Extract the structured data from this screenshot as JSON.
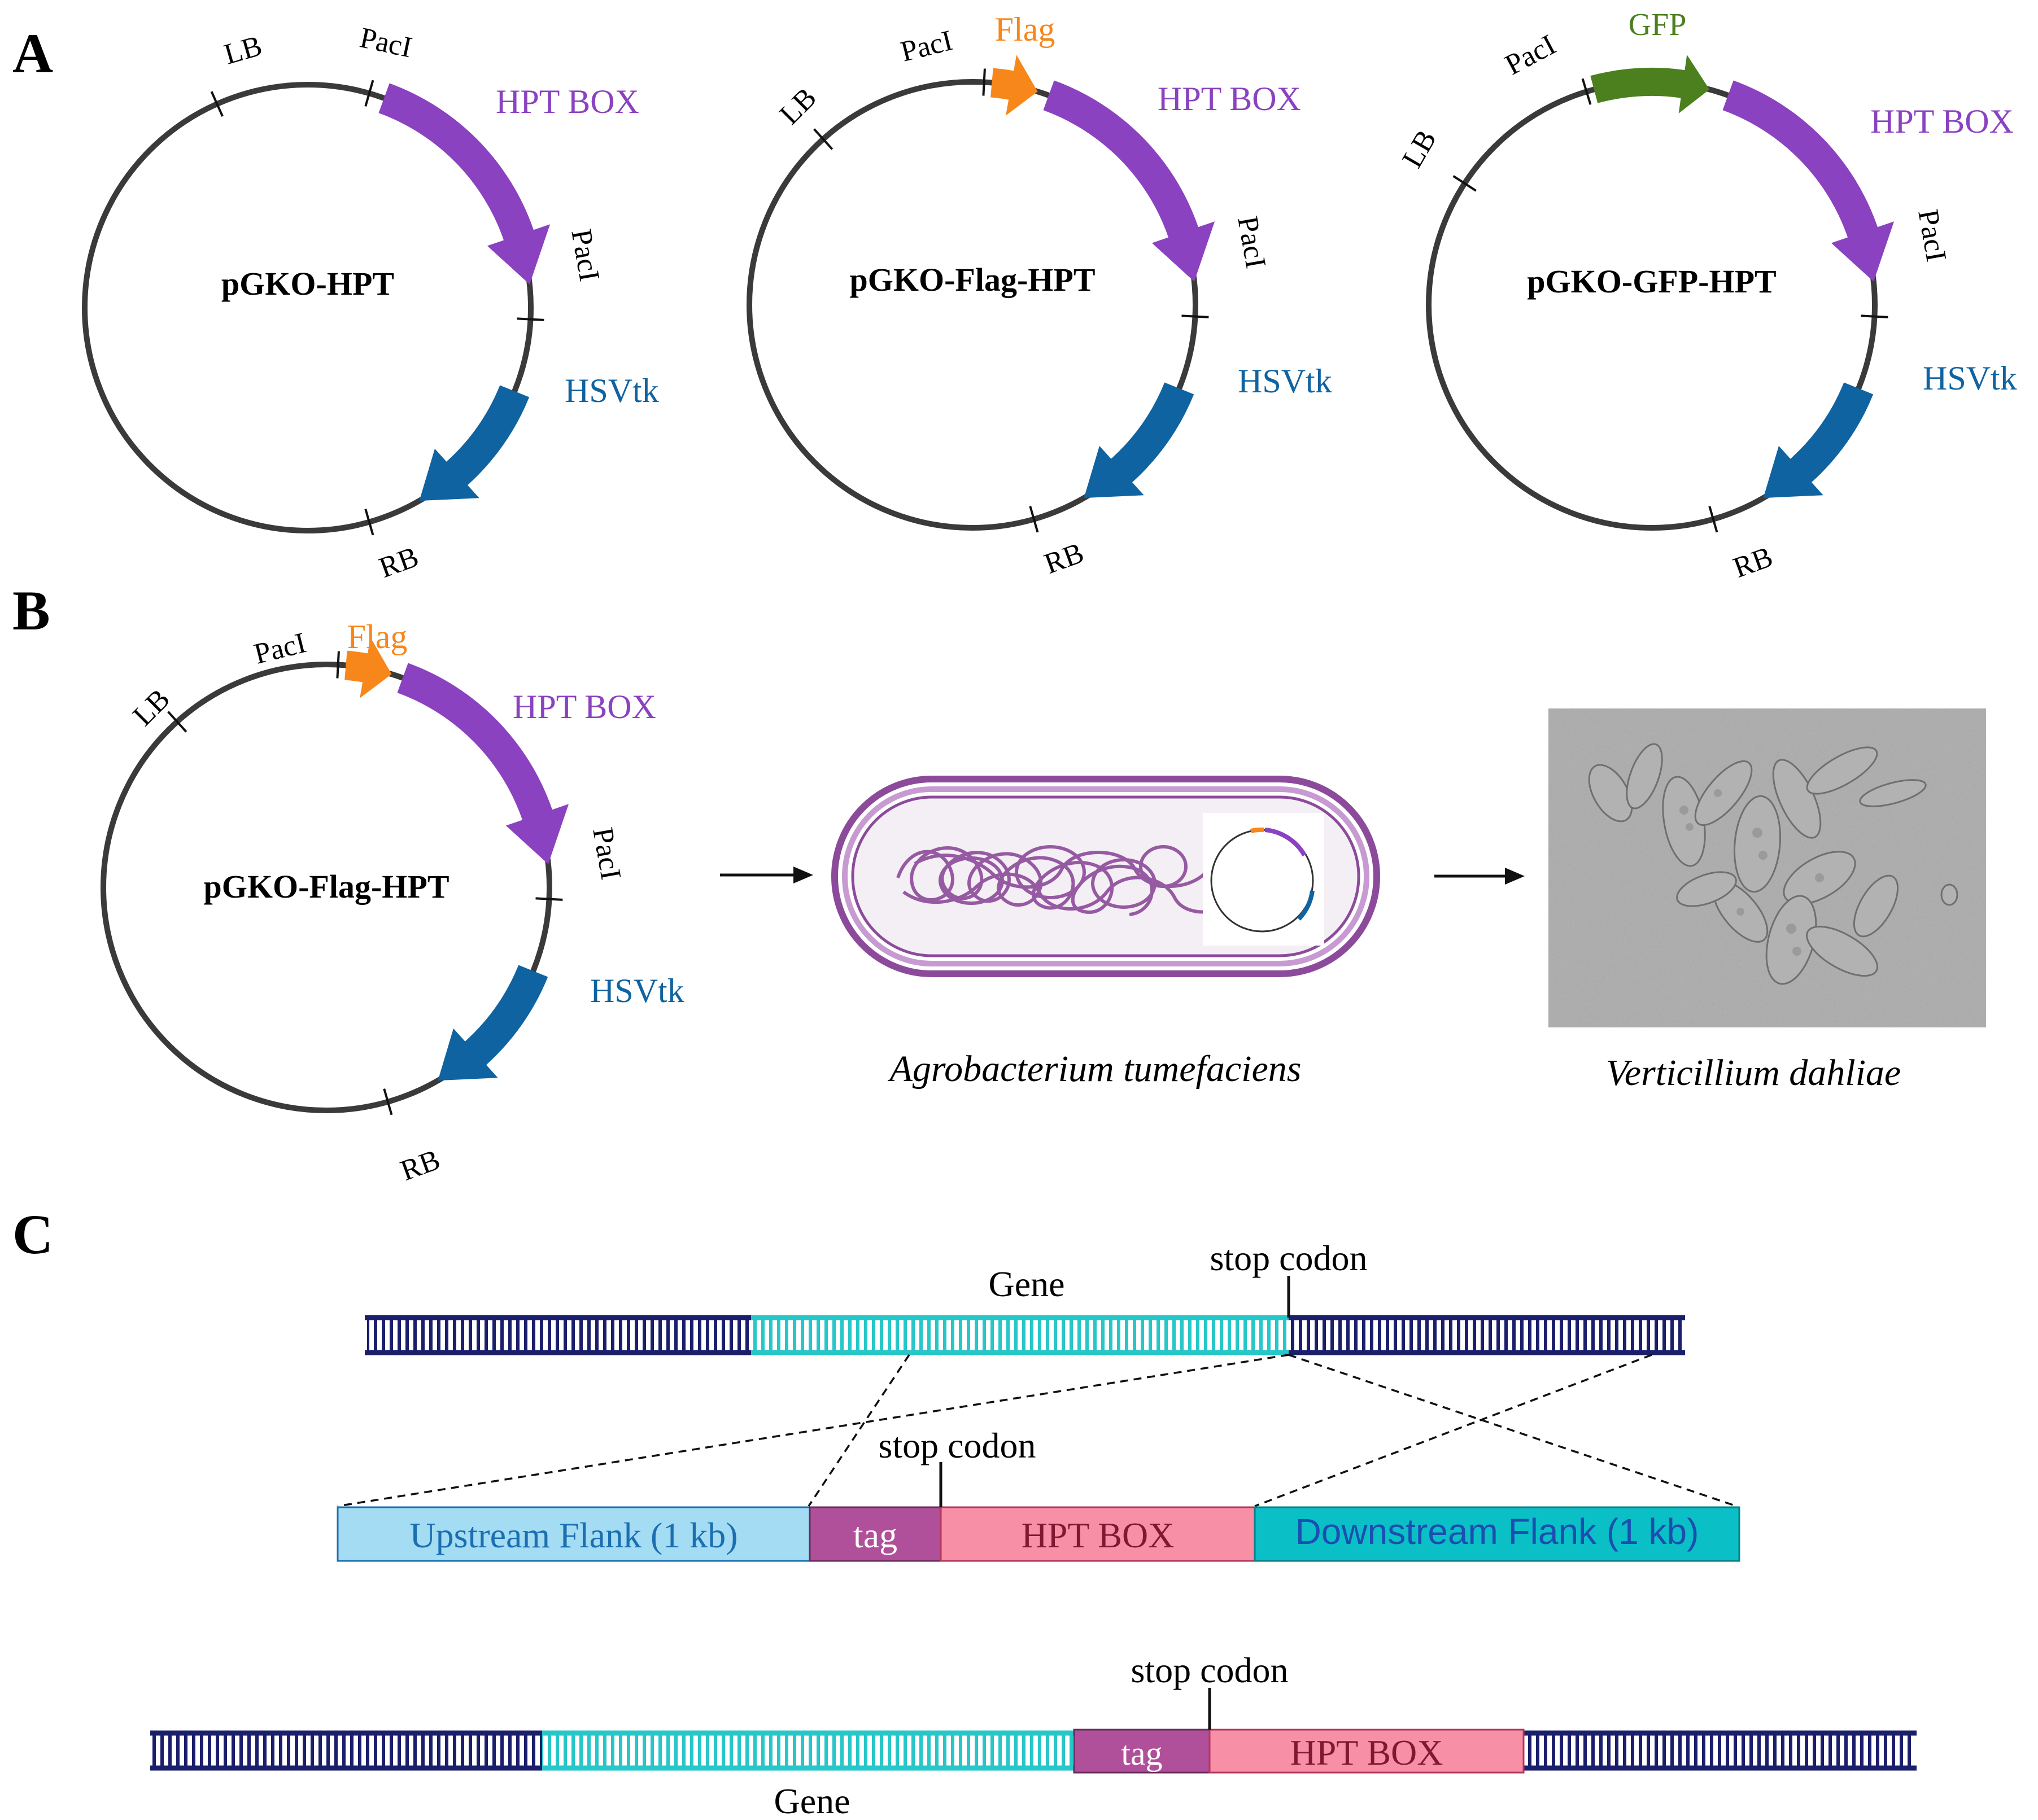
{
  "panels": {
    "A": {
      "label": "A",
      "plasmids": [
        {
          "name": "pGKO-HPT",
          "features": {
            "hpt": "HPT BOX",
            "hsvtk": "HSVtk"
          },
          "sites": {
            "lb": "LB",
            "paci_1": "PacI",
            "paci_2": "PacI",
            "rb": "RB"
          }
        },
        {
          "name": "pGKO-Flag-HPT",
          "features": {
            "tag": "Flag",
            "hpt": "HPT BOX",
            "hsvtk": "HSVtk"
          },
          "sites": {
            "lb": "LB",
            "paci_1": "PacI",
            "paci_2": "PacI",
            "rb": "RB"
          }
        },
        {
          "name": "pGKO-GFP-HPT",
          "features": {
            "tag": "GFP",
            "hpt": "HPT BOX",
            "hsvtk": "HSVtk"
          },
          "sites": {
            "lb": "LB",
            "paci_1": "PacI",
            "paci_2": "PacI",
            "rb": "RB"
          }
        }
      ]
    },
    "B": {
      "label": "B",
      "plasmid": {
        "name": "pGKO-Flag-HPT",
        "features": {
          "tag": "Flag",
          "hpt": "HPT BOX",
          "hsvtk": "HSVtk"
        },
        "sites": {
          "lb": "LB",
          "paci_1": "PacI",
          "paci_2": "PacI",
          "rb": "RB"
        }
      },
      "bacterium_caption": "Agrobacterium tumefaciens",
      "fungus_caption": "Verticillium dahliae"
    },
    "C": {
      "label": "C",
      "genome": {
        "gene_label": "Gene",
        "stop_label": "stop codon"
      },
      "construct": {
        "stop_label": "stop codon",
        "segments": {
          "upstream": "Upstream Flank (1 kb)",
          "tag": "tag",
          "hpt": "HPT BOX",
          "downstream": "Downstream Flank (1 kb)"
        }
      },
      "result": {
        "gene_label": "Gene",
        "stop_label": "stop codon",
        "tag": "tag",
        "hpt": "HPT BOX"
      }
    }
  },
  "colors": {
    "backbone": "#3a3a3a",
    "hpt": "#8a42c0",
    "hsvtk": "#0f63a0",
    "flag": "#f7871a",
    "gfp": "#4c7f1e",
    "dna": "#1b1f6b",
    "gene": "#27c6c8",
    "upstream": "#a3dcf3",
    "upstream_text": "#1b6fb0",
    "downstream": "#0bbfc6",
    "downstream_text": "#1a4fb0",
    "tag_box": "#b04f9a",
    "hpt_box": "#f78fa7",
    "hpt_box_text": "#7f1830",
    "bacterium": "#8c4a9a"
  }
}
